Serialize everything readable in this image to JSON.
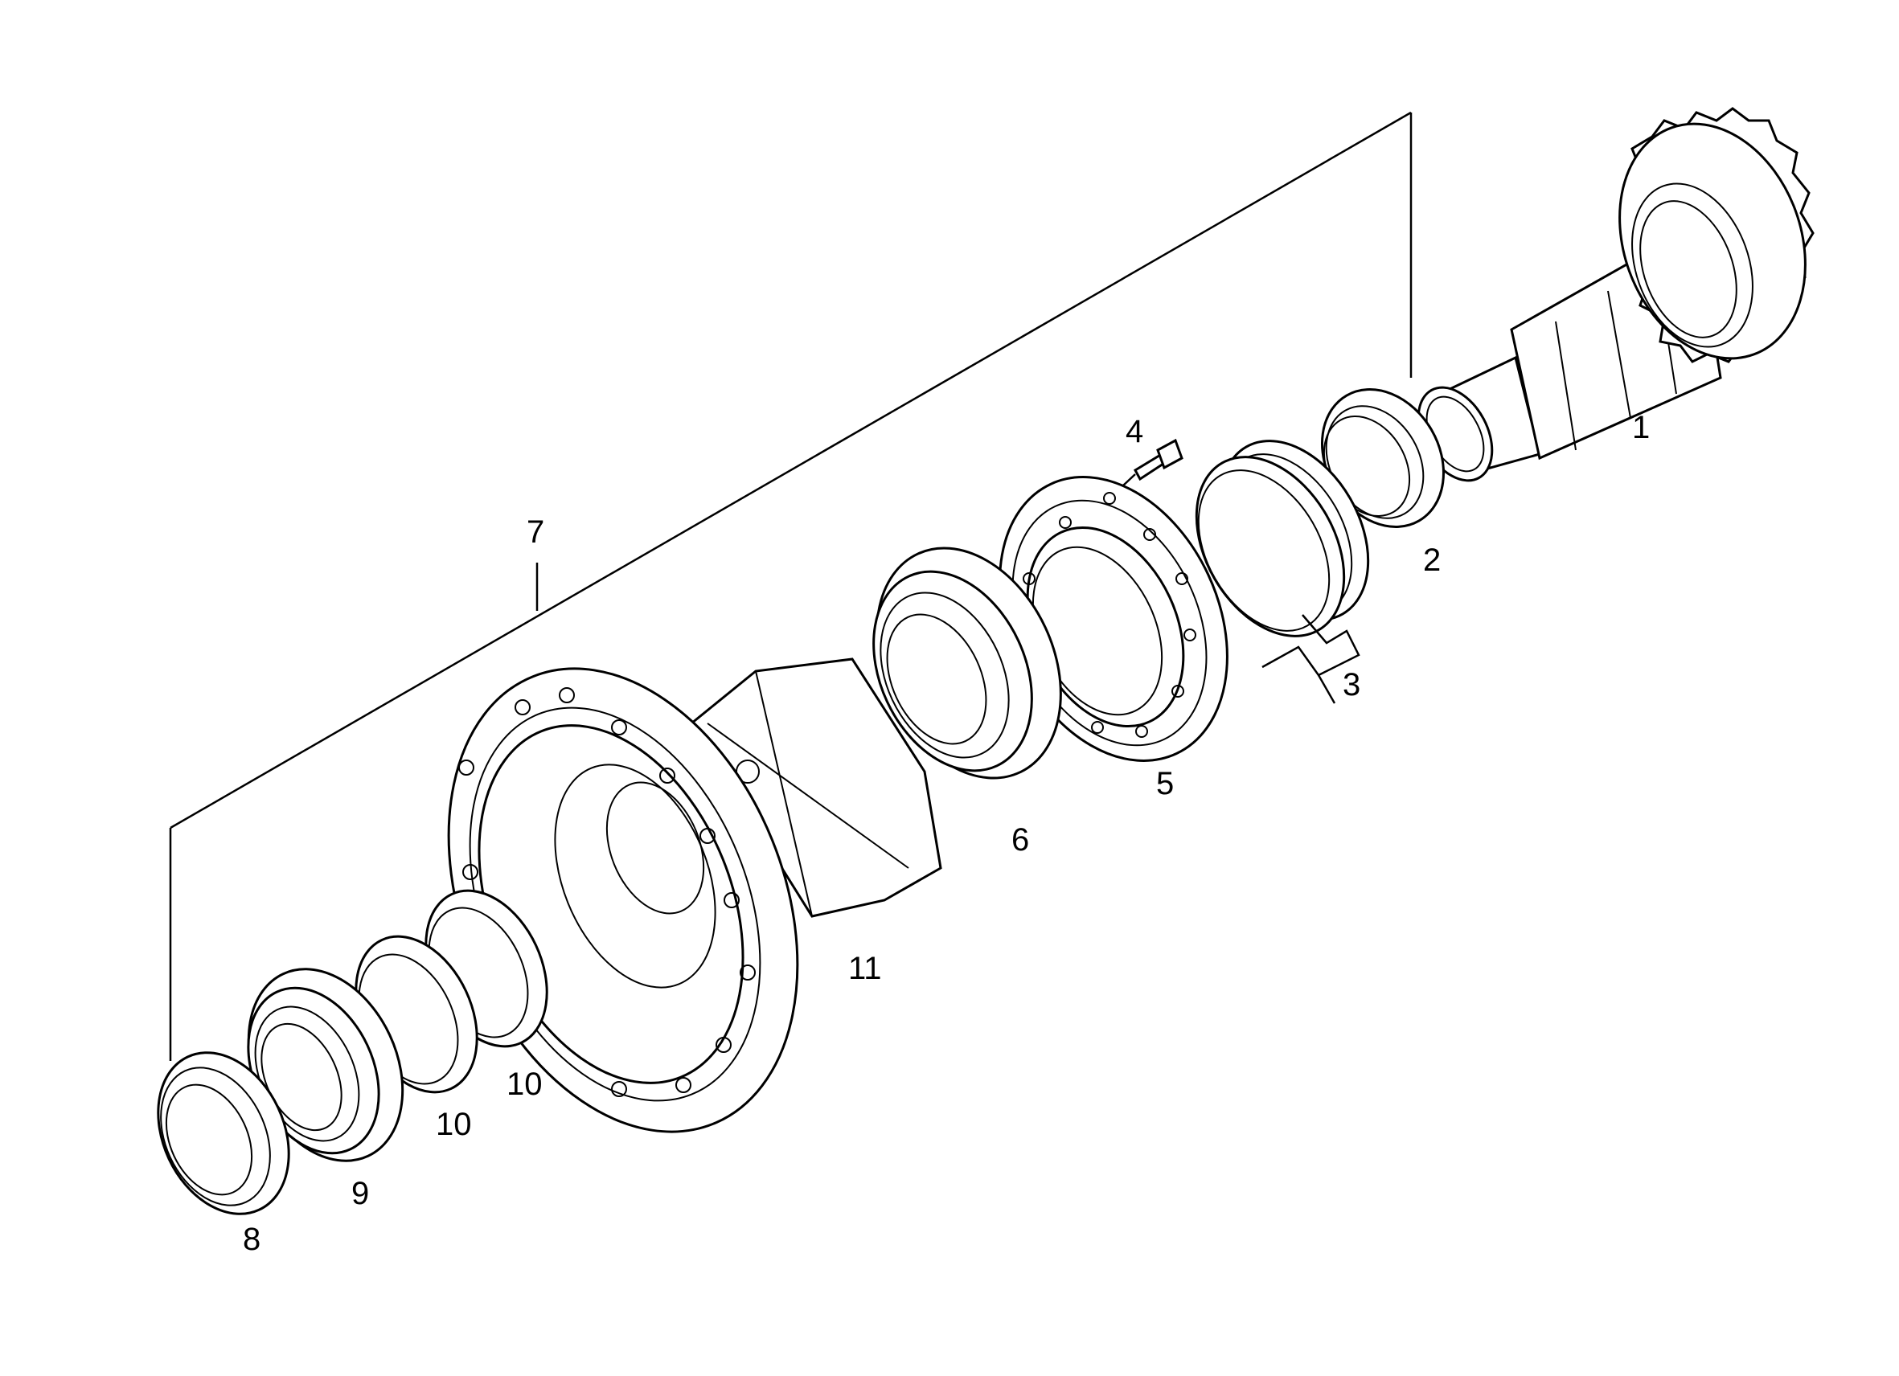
{
  "callouts": {
    "c1": "1",
    "c2": "2",
    "c3": "3",
    "c4": "4",
    "c5": "5",
    "c6": "6",
    "c7": "7",
    "c8": "8",
    "c9": "9",
    "c10a": "10",
    "c10b": "10",
    "c11": "11"
  },
  "colors": {
    "line": "#000000",
    "background": "#ffffff"
  }
}
